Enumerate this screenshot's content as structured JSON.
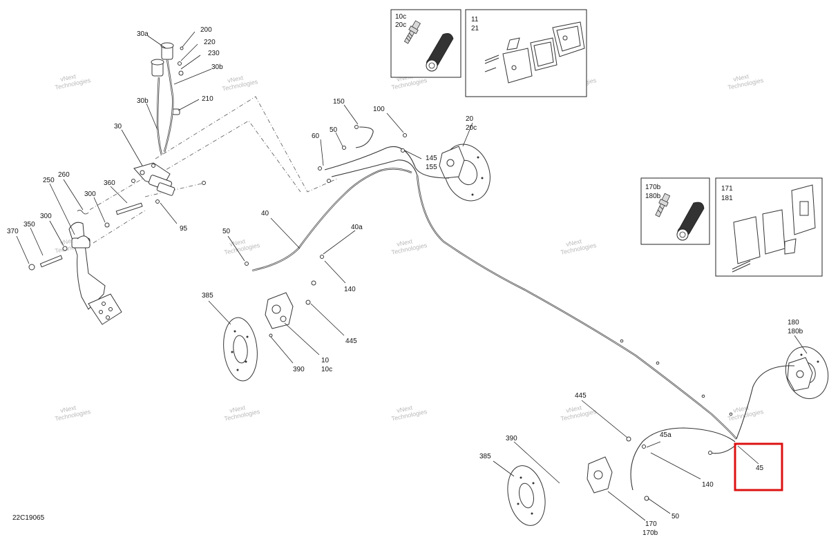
{
  "diagram_code": "22C19065",
  "watermark": {
    "line1": "vNext",
    "line2": "Technologies"
  },
  "callouts": {
    "c30a": "30a",
    "c200": "200",
    "c220": "220",
    "c230": "230",
    "c30b_top": "30b",
    "c30b": "30b",
    "c210": "210",
    "c30": "30",
    "c60": "60",
    "c50_top": "50",
    "c150": "150",
    "c100": "100",
    "c20": "20",
    "c20c": "20c",
    "c145": "145",
    "c155": "155",
    "c260": "260",
    "c250": "250",
    "c300_a": "300",
    "c360": "360",
    "c300_b": "300",
    "c350": "350",
    "c370": "370",
    "c95": "95",
    "c40": "40",
    "c50_mid": "50",
    "c40a": "40a",
    "c140_mid": "140",
    "c445_mid": "445",
    "c385_l": "385",
    "c390_l": "390",
    "c10": "10",
    "c10c": "10c",
    "c180": "180",
    "c180b": "180b",
    "c445_low": "445",
    "c45a": "45a",
    "c390_r": "390",
    "c385_r": "385",
    "c140_low": "140",
    "c45": "45",
    "c50_low": "50",
    "c170": "170",
    "c170b": "170b"
  },
  "inset_boxes": {
    "bleeder_front": {
      "line1": "10c",
      "line2": "20c"
    },
    "pads_front": {
      "line1": "11",
      "line2": "21"
    },
    "bleeder_rear": {
      "line1": "170b",
      "line2": "180b"
    },
    "pads_rear": {
      "line1": "171",
      "line2": "181"
    }
  },
  "highlight": {
    "label": "45",
    "color": "#dd1111"
  },
  "icons": [
    "bleeder-screw-icon",
    "dust-cap-icon",
    "brake-pad-icon",
    "brake-disc-icon",
    "caliper-icon",
    "reservoir-icon",
    "pedal-icon"
  ]
}
